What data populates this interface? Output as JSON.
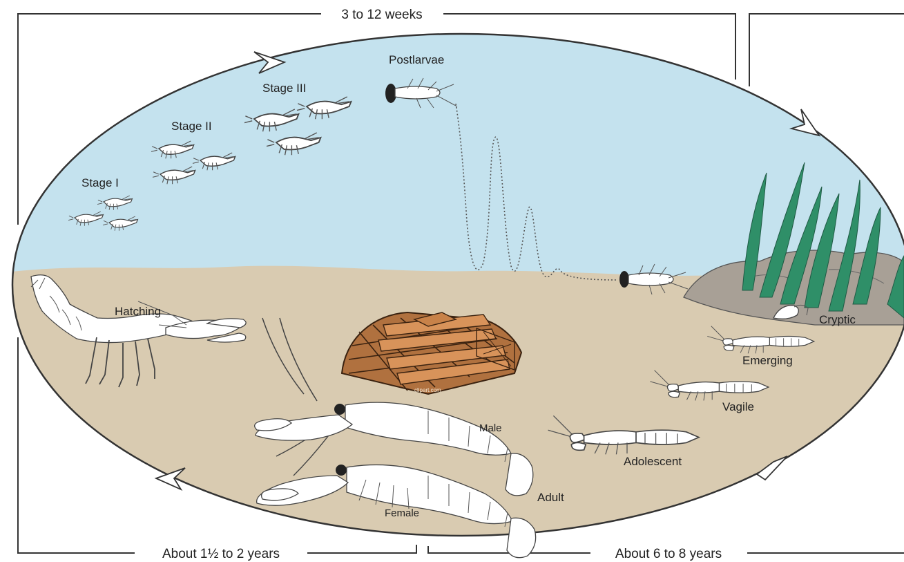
{
  "durations": {
    "top": "3 to 12 weeks",
    "bottom_left": "About 1½ to 2 years",
    "bottom_right": "About 6 to 8 years"
  },
  "stages": {
    "stage1": "Stage I",
    "stage2": "Stage II",
    "stage3": "Stage III",
    "postlarvae": "Postlarvae",
    "hatching": "Hatching",
    "cryptic": "Cryptic",
    "emerging": "Emerging",
    "vagile": "Vagile",
    "adolescent": "Adolescent",
    "adult": "Adult",
    "male": "Male",
    "female": "Female"
  },
  "trap": {
    "watermark": "clipart.com"
  },
  "colors": {
    "water": "#c4e2ee",
    "seabed": "#d9cbb1",
    "rock": "#a8a096",
    "seaweed": "#2f8f68",
    "trap_wood": "#b0713f"
  }
}
